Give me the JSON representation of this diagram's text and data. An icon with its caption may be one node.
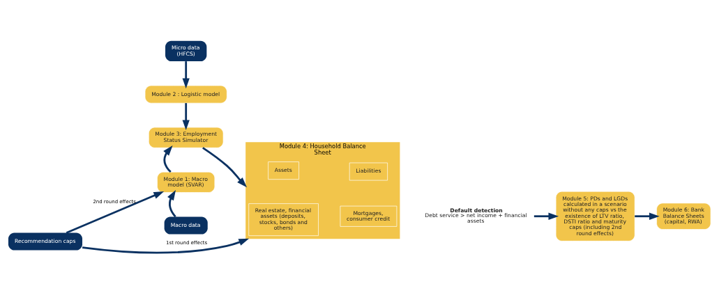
{
  "diagram": {
    "nodes": [
      {
        "text": [
          "Micro data (HFCS)"
        ]
      },
      {
        "text": [
          "Module 2 : Logistic model"
        ]
      },
      {
        "text": [
          "Module 3: Employment Status Simulator"
        ]
      },
      {
        "text": [
          "Module 1: Macro model (SVAR)"
        ]
      },
      {
        "text": [
          "Macro data"
        ]
      },
      {
        "text": [
          "Module 4: Household Balance Sheet"
        ]
      },
      {
        "text": [
          "Assets"
        ],
        "in": 5
      },
      {
        "text": [
          "Liabilities"
        ],
        "in": 5
      },
      {
        "text": [
          "Real estate, financial assets (deposits, stocks, bonds and others)"
        ],
        "in": 5
      },
      {
        "text": [
          "Mortgages, consumer credit"
        ],
        "in": 5
      },
      {
        "text": [
          "Default detection",
          "Debt service > net income + financial assets"
        ]
      },
      {
        "text": [
          "Module 5: PDs and LGDs calculated in a scenario without any caps vs the existence of LTV ratio, DSTI ratio and maturity caps (including 2nd round effects)"
        ]
      },
      {
        "text": [
          "Module 6: Bank Balance Sheets (capital, RWA)"
        ]
      },
      {
        "text": [
          "Recommendation caps"
        ]
      }
    ],
    "edges": [
      {
        "from": 0,
        "to": 1,
        "arrow": "to"
      },
      {
        "from": 1,
        "to": 2,
        "arrow": "to"
      },
      {
        "from": 3,
        "to": 2,
        "arrow": "to"
      },
      {
        "from": 4,
        "to": 3,
        "arrow": "to"
      },
      {
        "from": 2,
        "to": 5,
        "arrow": "to"
      },
      {
        "from": 13,
        "to": 5,
        "arrow": "to",
        "label": "1st round effects"
      },
      {
        "from": 13,
        "to": 3,
        "arrow": "to",
        "label": "2nd round effects"
      },
      {
        "from": 10,
        "to": 11,
        "arrow": "to"
      },
      {
        "from": 11,
        "to": 12,
        "arrow": "to"
      }
    ]
  }
}
